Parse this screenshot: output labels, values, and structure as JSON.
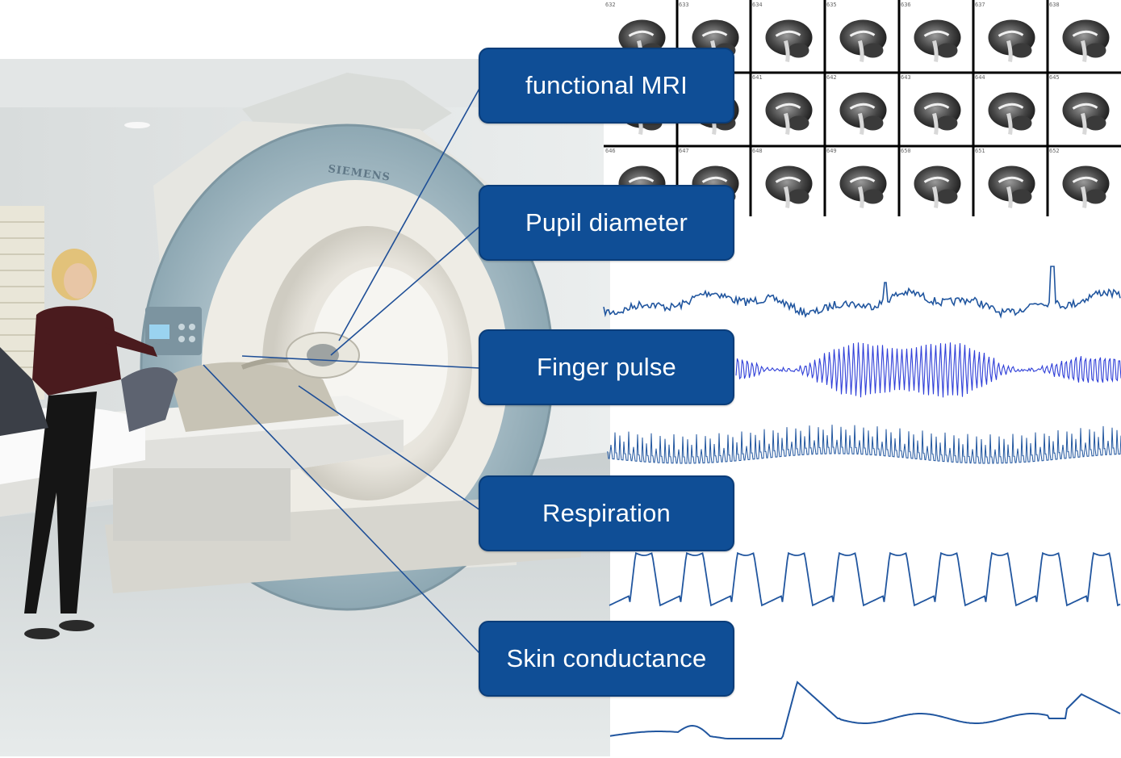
{
  "labels": [
    "functional MRI",
    "Pupil diameter",
    "Finger pulse",
    "Respiration",
    "Skin conductance"
  ],
  "scanner": {
    "brand": "SIEMENS"
  },
  "mri_grid": {
    "slice_numbers": [
      [
        "632",
        "633",
        "634",
        "635",
        "636",
        "637",
        "638"
      ],
      [
        "",
        "",
        "641",
        "642",
        "643",
        "644",
        "645"
      ],
      [
        "646",
        "647",
        "648",
        "649",
        "650",
        "651",
        "652"
      ]
    ]
  },
  "colors": {
    "label_fill": "#0f4e96",
    "label_text": "#ffffff",
    "connector": "#1f4f97",
    "signal": "#21569f",
    "finger_pulse_signal": "#2f3fd8"
  }
}
